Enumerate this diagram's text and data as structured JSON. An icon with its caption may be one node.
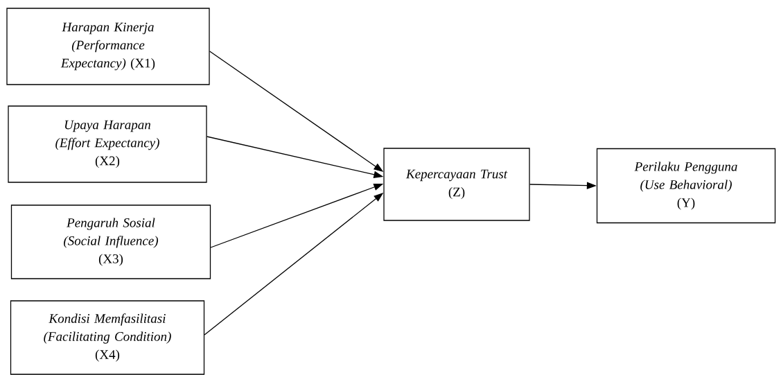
{
  "diagram": {
    "nodes": [
      {
        "text": [
          "Harapan Kinerja (Performance Expectancy)",
          "(X1)"
        ]
      },
      {
        "text": [
          "Upaya Harapan (Effort Expectancy)",
          "(X2)"
        ]
      },
      {
        "text": [
          "Pengaruh Sosial (Social Influence)",
          "(X3)"
        ]
      },
      {
        "text": [
          "Kondisi Memfasilitasi (Facilitating Condition)",
          "(X4)"
        ]
      },
      {
        "text": [
          "Kepercayaan Trust",
          "(Z)"
        ]
      },
      {
        "text": [
          "Perilaku Pengguna (Use Behavioral)",
          "(Y)"
        ]
      }
    ],
    "edges": [
      {
        "from": 0,
        "to": 4,
        "arrow": "to"
      },
      {
        "from": 1,
        "to": 4,
        "arrow": "to"
      },
      {
        "from": 2,
        "to": 4,
        "arrow": "to"
      },
      {
        "from": 3,
        "to": 4,
        "arrow": "to"
      },
      {
        "from": 4,
        "to": 5,
        "arrow": "to"
      }
    ]
  }
}
